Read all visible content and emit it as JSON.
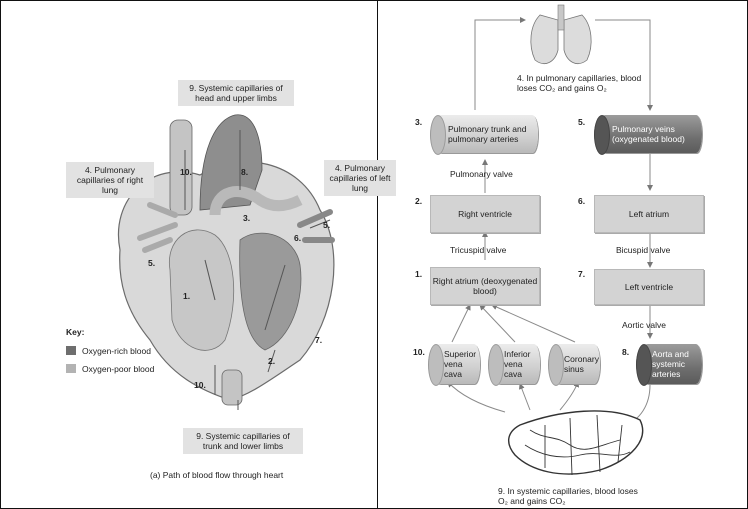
{
  "left": {
    "labels": {
      "systemic_head": "9. Systemic capillaries of head and upper limbs",
      "pulm_right": "4. Pulmonary capillaries of right lung",
      "pulm_left": "4. Pulmonary capillaries of left lung",
      "systemic_trunk": "9. Systemic capillaries of trunk and lower limbs"
    },
    "heart_numbers": {
      "n10a": "10.",
      "n8": "8.",
      "n3": "3.",
      "n6": "6.",
      "n5a": "5.",
      "n5b": "5.",
      "n1": "1.",
      "n7": "7.",
      "n2": "2.",
      "n10b": "10."
    },
    "key": {
      "title": "Key:",
      "rich": "Oxygen-rich blood",
      "poor": "Oxygen-poor blood",
      "rich_color": "#6e6e6e",
      "poor_color": "#b3b3b3"
    },
    "caption": "(a) Path of blood flow through heart"
  },
  "right": {
    "lungs_label": "4. In pulmonary capillaries, blood loses CO₂ and gains O₂",
    "steps": {
      "s3": {
        "num": "3.",
        "text": "Pulmonary trunk and pulmonary arteries"
      },
      "s5": {
        "num": "5.",
        "text": "Pulmonary veins (oxygenated blood)"
      },
      "s2": {
        "num": "2.",
        "text": "Right ventricle"
      },
      "s6": {
        "num": "6.",
        "text": "Left atrium"
      },
      "s1": {
        "num": "1.",
        "text": "Right atrium (deoxygenated blood)"
      },
      "s7": {
        "num": "7.",
        "text": "Left ventricle"
      },
      "s10": {
        "num": "10.",
        "sup": "Superior vena cava",
        "inf": "Inferior vena cava",
        "cor": "Coronary sinus"
      },
      "s8": {
        "num": "8.",
        "text": "Aorta and systemic arteries"
      }
    },
    "valves": {
      "pulmonary": "Pulmonary valve",
      "tricuspid": "Tricuspid valve",
      "bicuspid": "Bicuspid valve",
      "aortic": "Aortic valve"
    },
    "systemic_label": "9. In systemic capillaries, blood loses O₂ and gains CO₂"
  }
}
